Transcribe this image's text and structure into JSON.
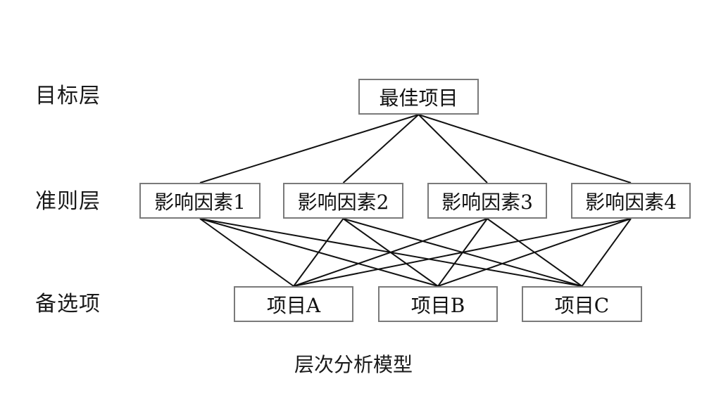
{
  "layers": {
    "goal_label": "目标层",
    "criteria_label": "准则层",
    "alternatives_label": "备选项"
  },
  "goal": {
    "label": "最佳项目"
  },
  "criteria": [
    {
      "label": "影响因素1"
    },
    {
      "label": "影响因素2"
    },
    {
      "label": "影响因素3"
    },
    {
      "label": "影响因素4"
    }
  ],
  "alternatives": [
    {
      "label": "项目A"
    },
    {
      "label": "项目B"
    },
    {
      "label": "项目C"
    }
  ],
  "edges": {
    "goal_to_criteria": [
      [
        0,
        0
      ],
      [
        0,
        1
      ],
      [
        0,
        2
      ],
      [
        0,
        3
      ]
    ],
    "criteria_to_alternatives": "all-to-all"
  },
  "caption": "层次分析模型",
  "colors": {
    "box_border": "#7a7a7a",
    "edge": "#111111"
  }
}
